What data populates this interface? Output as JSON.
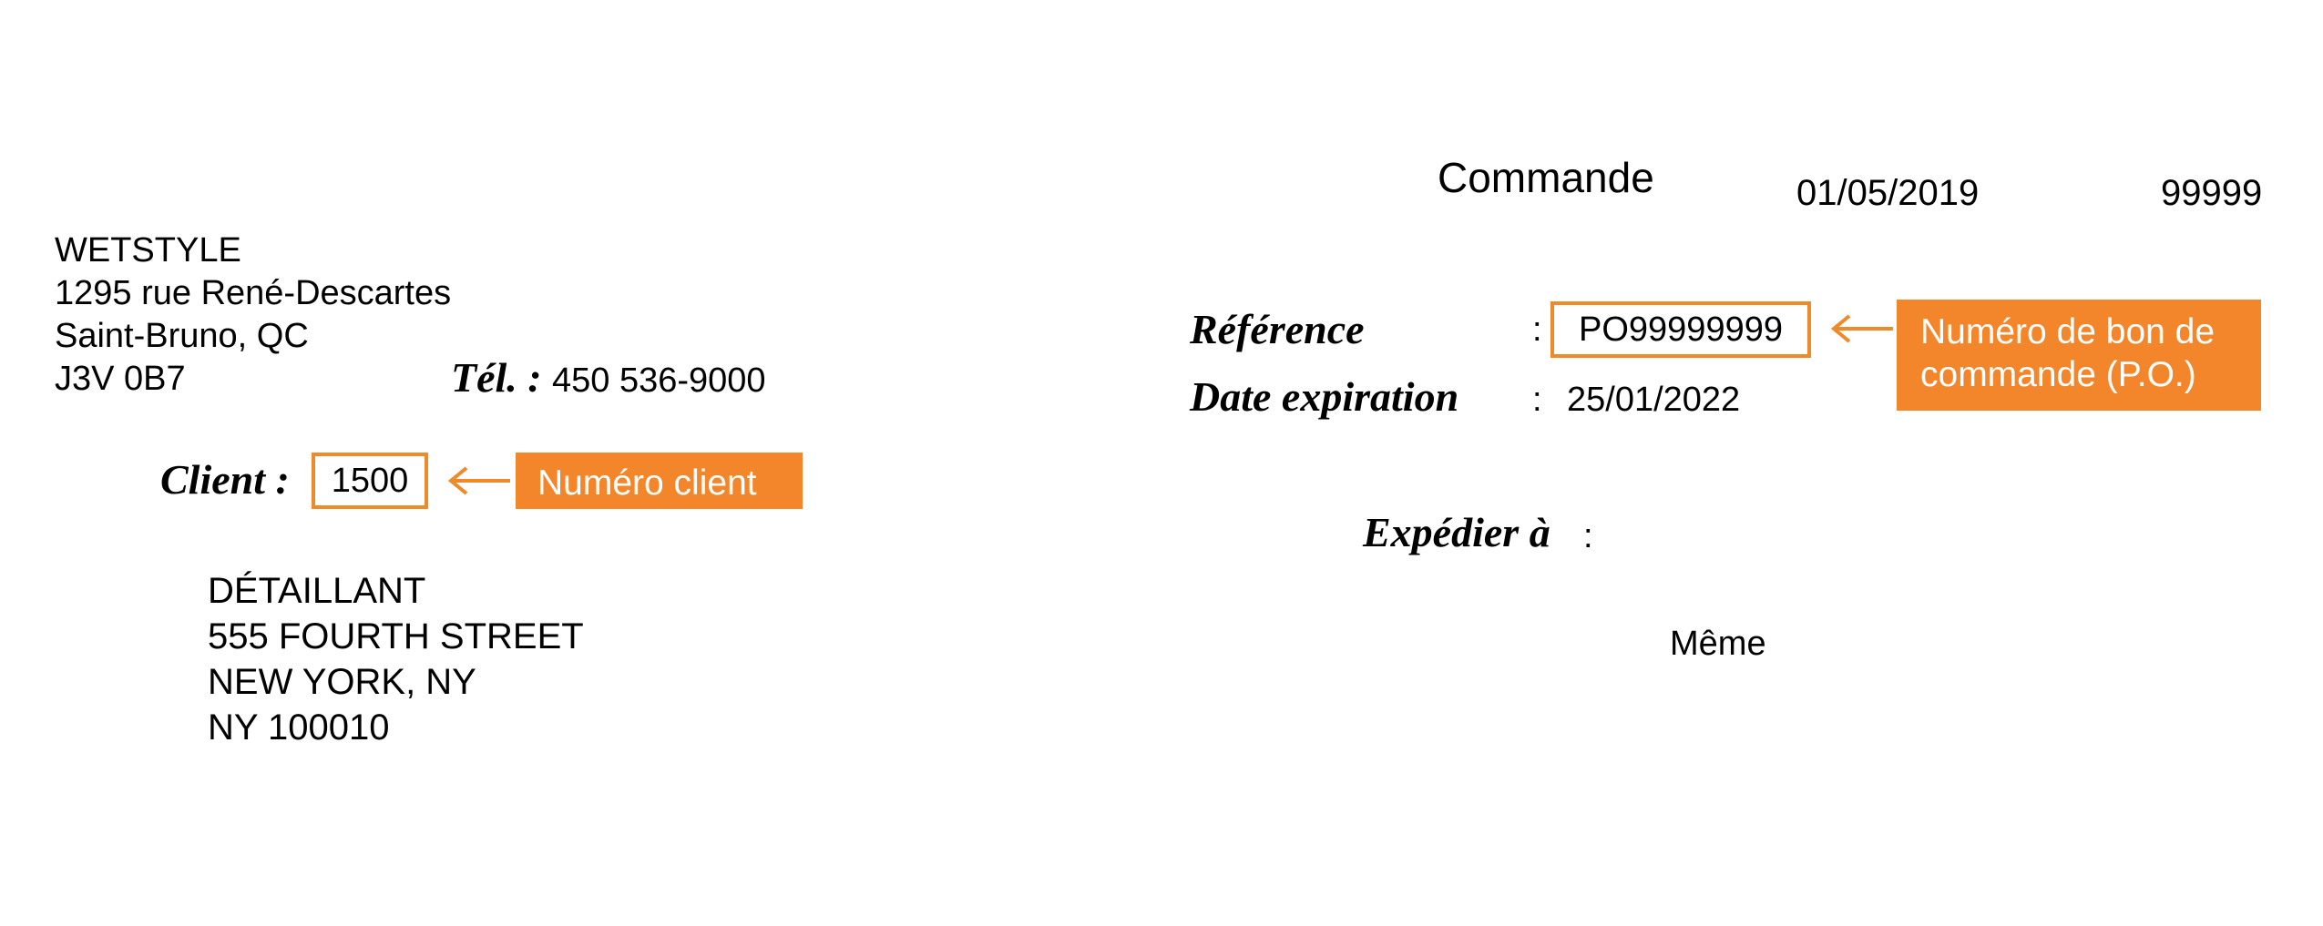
{
  "header": {
    "title": "Commande",
    "date": "01/05/2019",
    "number": "99999"
  },
  "company": {
    "lines": [
      "WETSTYLE",
      "1295 rue René-Descartes",
      "Saint-Bruno, QC",
      "J3V 0B7"
    ],
    "phone_label": "Tél. :",
    "phone": "450 536-9000"
  },
  "client": {
    "label": "Client :",
    "number": "1500",
    "callout": "Numéro client"
  },
  "ship_from": {
    "lines": [
      "DÉTAILLANT",
      "555 FOURTH STREET",
      "NEW YORK, NY",
      "NY 100010"
    ]
  },
  "reference": {
    "label": "Référence",
    "colon": ":",
    "value": "PO99999999",
    "callout_line1": "Numéro de bon de",
    "callout_line2": "commande (P.O.)"
  },
  "expiration": {
    "label": "Date expiration",
    "colon": ":",
    "value": "25/01/2022"
  },
  "ship_to": {
    "label": "Expédier à",
    "colon": ":",
    "value": "Même"
  },
  "colors": {
    "accent": "#f3862a",
    "accent_border": "#ef8a2a"
  }
}
